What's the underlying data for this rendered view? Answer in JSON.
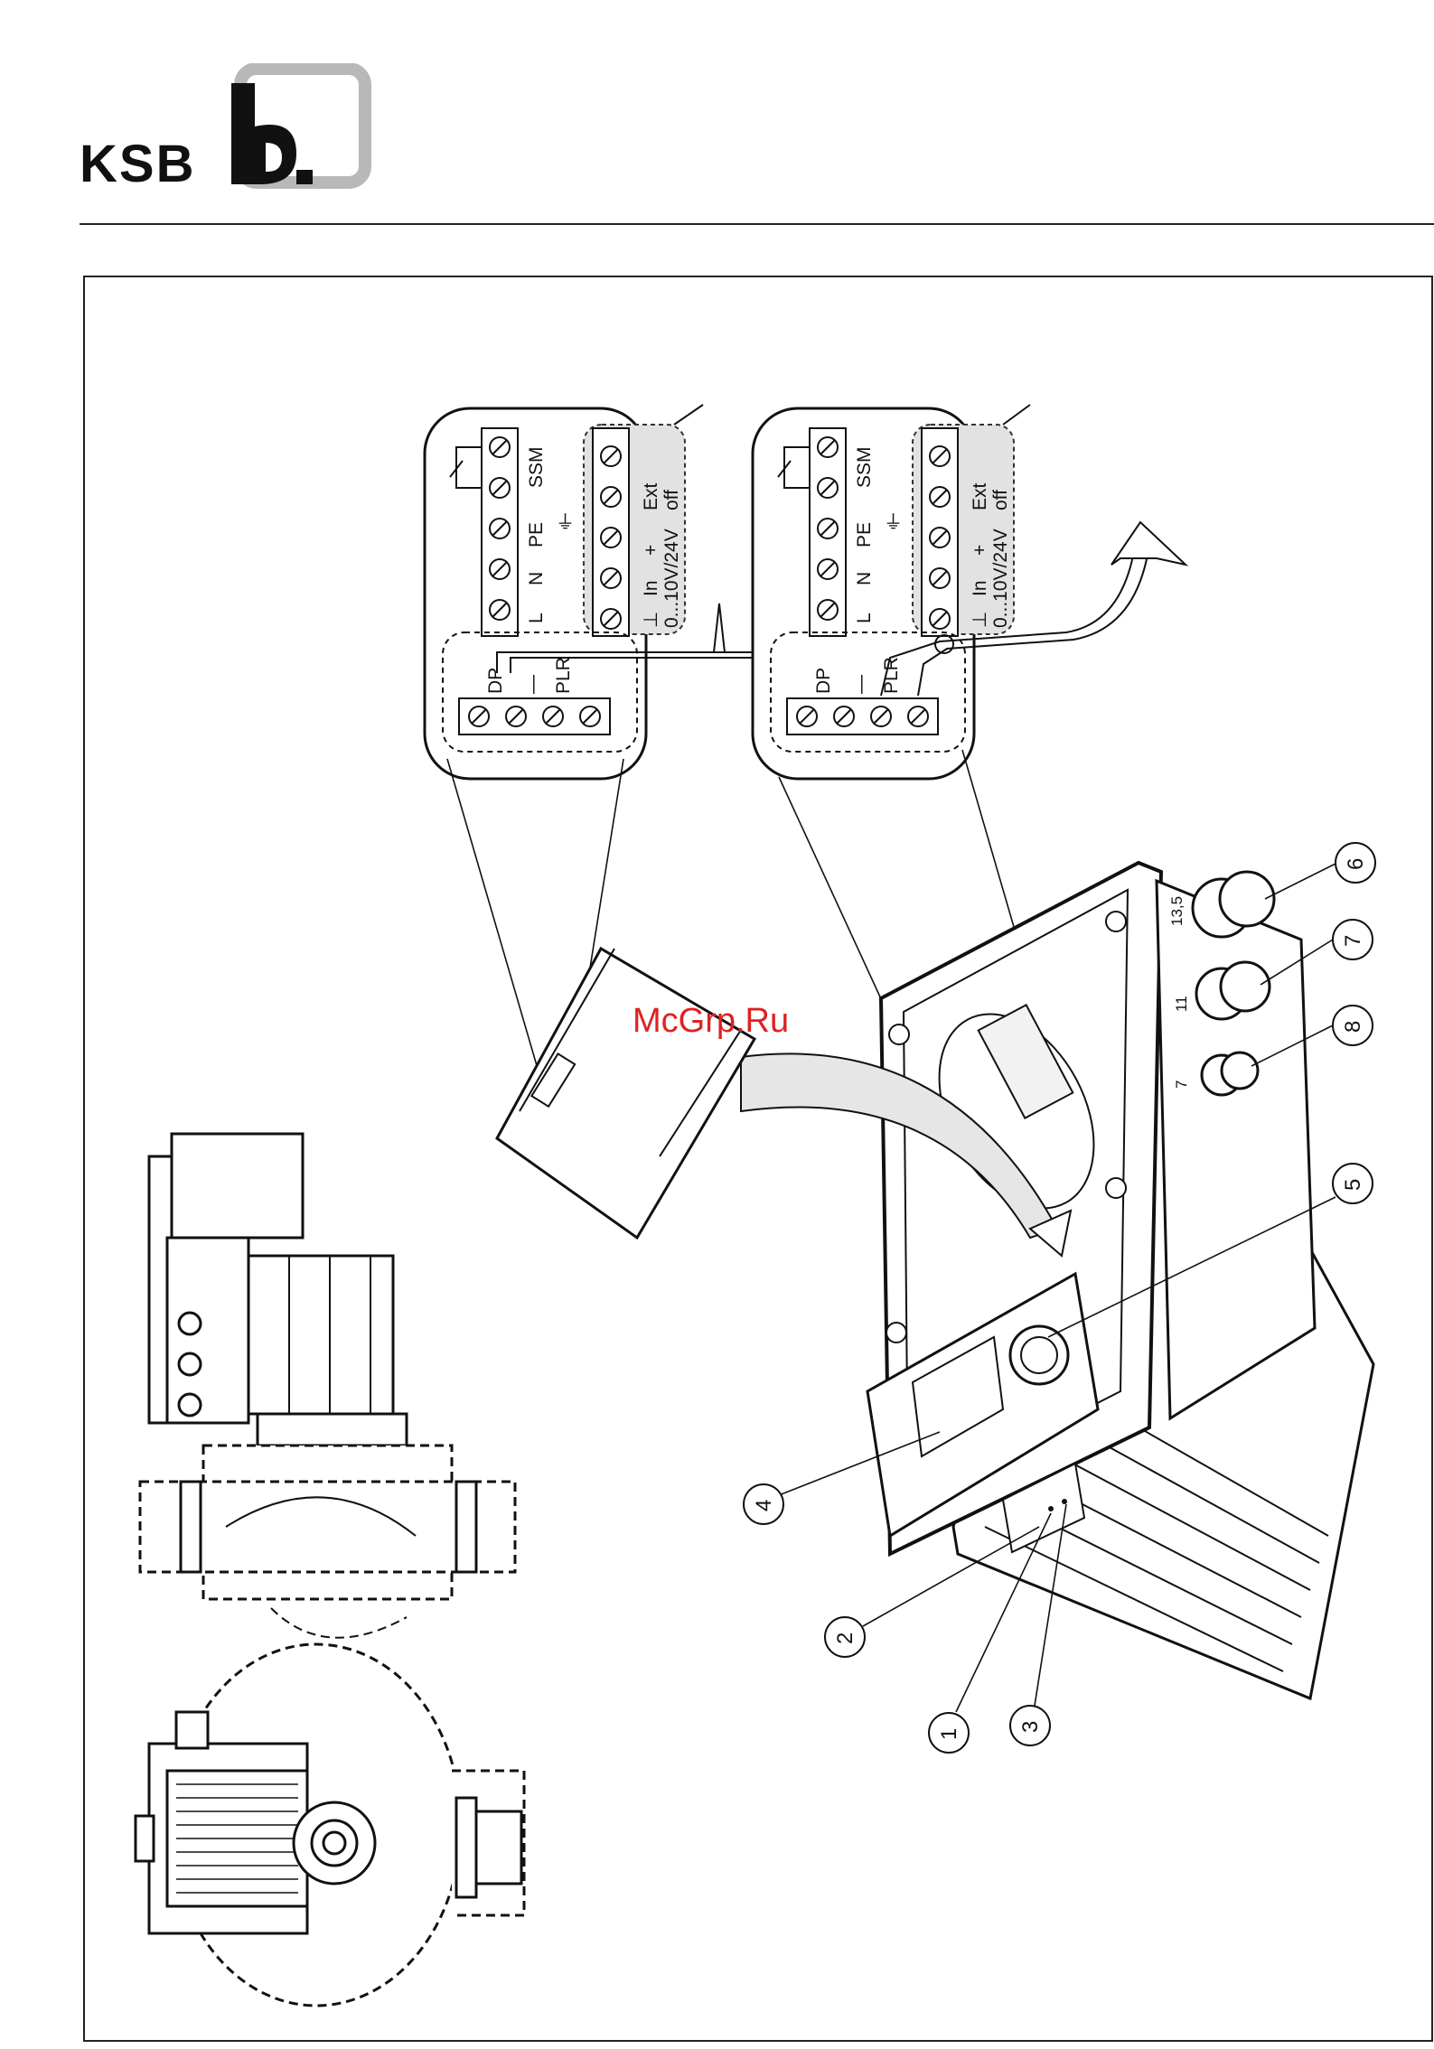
{
  "header": {
    "brand": "KSB",
    "brand_icon": "ksb-b-logo-icon"
  },
  "watermark": "McGrp.Ru",
  "terminal_block_left": {
    "power_labels": [
      "L",
      "N",
      "PE",
      "SSM"
    ],
    "ground_symbol": "⏚",
    "analog_labels": [
      "⊥",
      "In",
      "+",
      "Ext",
      "off"
    ],
    "analog_range": "0...10V/24V",
    "lower_labels": [
      "DP",
      "—",
      "PLR"
    ]
  },
  "terminal_block_right": {
    "power_labels": [
      "L",
      "N",
      "PE",
      "SSM"
    ],
    "ground_symbol": "⏚",
    "analog_labels": [
      "⊥",
      "In",
      "+",
      "Ext",
      "off"
    ],
    "analog_range": "0...10V/24V",
    "lower_labels": [
      "DP",
      "—",
      "PLR"
    ]
  },
  "gland_sizes": [
    "13,5",
    "11",
    "7"
  ],
  "callouts": [
    "1",
    "2",
    "3",
    "4",
    "5",
    "6",
    "7",
    "8"
  ],
  "icons": {
    "screw": "screw-terminal-icon",
    "knob": "setpoint-knob-icon",
    "arrow": "cable-direction-arrow-icon"
  }
}
